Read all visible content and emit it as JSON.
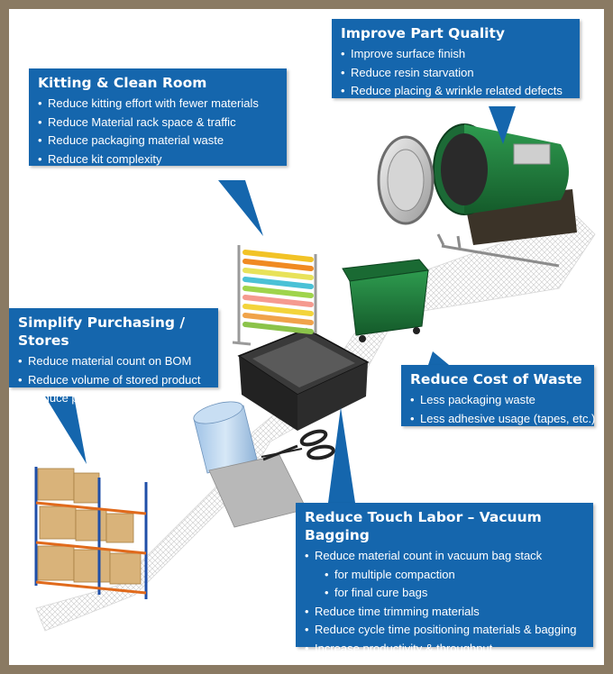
{
  "callouts": {
    "quality": {
      "title": "Improve Part Quality",
      "items": [
        "Improve surface finish",
        "Reduce resin starvation",
        "Reduce placing & wrinkle related defects"
      ]
    },
    "kitting": {
      "title": "Kitting & Clean Room",
      "items": [
        "Reduce kitting effort with fewer materials",
        "Reduce Material rack space & traffic",
        "Reduce packaging material waste",
        "Reduce kit complexity"
      ]
    },
    "purchasing": {
      "title": "Simplify Purchasing / Stores",
      "items": [
        "Reduce material count on BOM",
        "Reduce volume of stored  product",
        "Reduce pick times & delivery time"
      ]
    },
    "waste": {
      "title": "Reduce Cost of  Waste",
      "items": [
        "Less packaging waste",
        "Less adhesive usage (tapes, etc.)"
      ]
    },
    "labor": {
      "title": "Reduce Touch Labor – Vacuum Bagging",
      "items": [
        "Reduce material count in vacuum bag stack",
        "for multiple compaction",
        "for final cure bags",
        "Reduce time trimming materials",
        "Reduce cycle time positioning materials & bagging",
        "Increase productivity & throughput"
      ]
    }
  },
  "colors": {
    "callout": "#1566ad",
    "frame": "#8a7a63",
    "autoclave": "#1f7a3a",
    "bin": "#1e7f3c"
  },
  "icons": [
    "warehouse-rack-icon",
    "film-roll-icon",
    "scissors-icon",
    "vacuum-tray-icon",
    "material-roll-rack-icon",
    "waste-bin-icon",
    "caliper-icon",
    "autoclave-icon"
  ]
}
